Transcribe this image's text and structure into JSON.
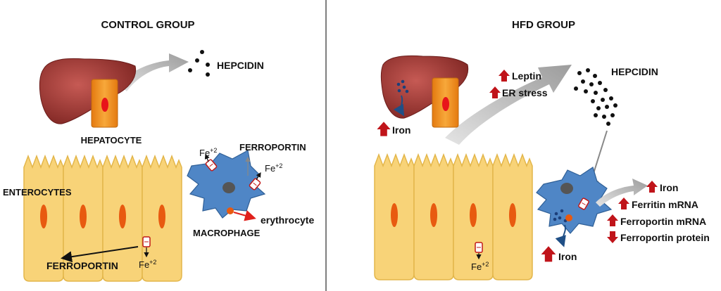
{
  "panels": {
    "control": {
      "title": "CONTROL GROUP",
      "hepcidin_label": "HEPCIDIN",
      "hepatocyte_label": "HEPATOCYTE",
      "enterocytes_label": "ENTEROCYTES",
      "ferroportin_gut_label": "FERROPORTIN",
      "fe_gut_label": "Fe",
      "fe_gut_sup": "+2",
      "ferroportin_mac_label": "FERROPORTIN",
      "fe_mac_left": "Fe",
      "fe_mac_left_sup": "+2",
      "fe_mac_right": "Fe",
      "fe_mac_right_sup": "+2",
      "erythrocyte_label": "erythrocyte",
      "macrophage_label": "MACROPHAGE"
    },
    "hfd": {
      "title": "HFD GROUP",
      "leptin_label": "Leptin",
      "er_stress_label": "ER stress",
      "hepcidin_label": "HEPCIDIN",
      "liver_iron_label": "Iron",
      "fe_gut_label": "Fe",
      "fe_gut_sup": "+2",
      "mac_iron_label": "Iron",
      "effects": [
        {
          "label": "Iron",
          "direction": "up"
        },
        {
          "label": "Ferritin mRNA",
          "direction": "up"
        },
        {
          "label": "Ferroportin  mRNA",
          "direction": "up"
        },
        {
          "label": "Ferroportin  protein",
          "direction": "down"
        }
      ]
    }
  },
  "colors": {
    "liver": "#a8413c",
    "hepatocyte": "#f0921e",
    "enterocyte": "#f8d378",
    "nucleus": "#e85a10",
    "macrophage": "#4f86c6",
    "arrow_gray": "#b3b3b3",
    "indicator_red": "#c0141a",
    "divider": "#555555"
  }
}
